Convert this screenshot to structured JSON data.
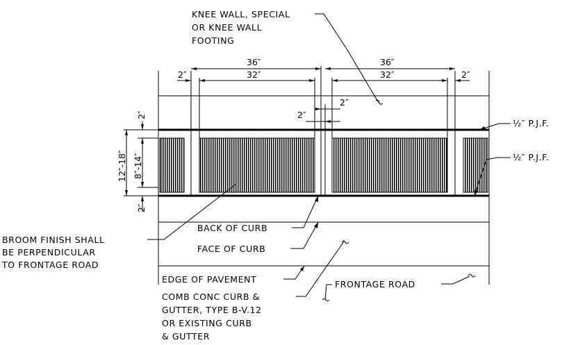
{
  "labels": {
    "knee_wall": [
      "KNEE WALL, SPECIAL",
      "OR KNEE WALL",
      "FOOTING"
    ],
    "pjf_top": "½″ P.J.F.",
    "pjf_bottom": "½″ P.J.F.",
    "broom_finish": [
      "BROOM FINISH SHALL",
      "BE PERPENDICULAR",
      "TO FRONTAGE ROAD"
    ],
    "back_of_curb": "BACK OF CURB",
    "face_of_curb": "FACE OF CURB",
    "edge_of_pavement": "EDGE OF PAVEMENT",
    "comb_curb": [
      "COMB CONC CURB &",
      "GUTTER, TYPE B-V.12",
      "OR EXISTING CURB",
      "& GUTTER"
    ],
    "frontage_road": "FRONTAGE ROAD"
  },
  "dimensions": {
    "left_36": "36″",
    "left_32": "32″",
    "right_36": "36″",
    "right_32": "32″",
    "left_gap": "2″",
    "right_gap": "2″",
    "center_gap_upper": "2″",
    "center_gap_lower": "2″",
    "top_2": "2″",
    "bottom_2": "2″",
    "overall_height": "12″-18″",
    "panel_height": "8″-14″"
  }
}
